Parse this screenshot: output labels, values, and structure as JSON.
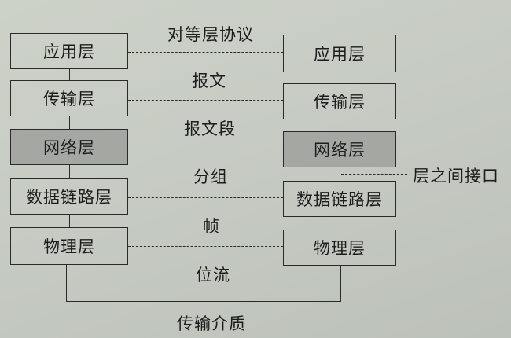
{
  "left_stack": [
    "应用层",
    "传输层",
    "网络层",
    "数据链路层",
    "物理层"
  ],
  "right_stack": [
    "应用层",
    "传输层",
    "网络层",
    "数据链路层",
    "物理层"
  ],
  "center_labels": {
    "protocol": "对等层协议",
    "message": "报文",
    "segment": "报文段",
    "packet": "分组",
    "frame": "帧",
    "bitstream": "位流"
  },
  "interface_label": "层之间接口",
  "medium_label": "传输介质"
}
